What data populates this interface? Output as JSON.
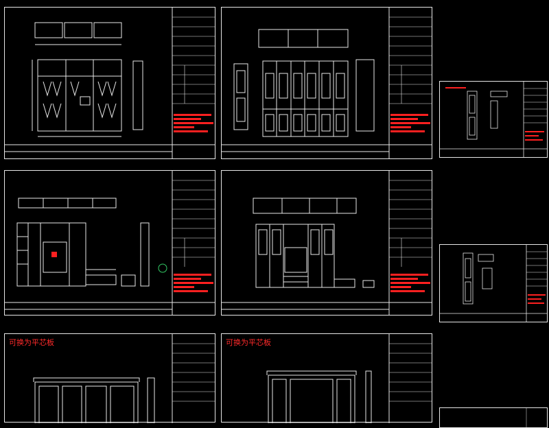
{
  "notes": {
    "sheet7": "可换为平芯板",
    "sheet8": "可换为平芯板"
  },
  "colors": {
    "background": "#000000",
    "line": "#e8e8e8",
    "accent_red": "#ff2020",
    "dim_green": "#33cc66"
  },
  "sheets": [
    {
      "id": "s1",
      "kind": "large"
    },
    {
      "id": "s2",
      "kind": "large"
    },
    {
      "id": "s3",
      "kind": "small"
    },
    {
      "id": "s4",
      "kind": "large"
    },
    {
      "id": "s5",
      "kind": "large"
    },
    {
      "id": "s6",
      "kind": "small"
    },
    {
      "id": "s7",
      "kind": "large"
    },
    {
      "id": "s8",
      "kind": "large"
    },
    {
      "id": "s9",
      "kind": "small"
    }
  ]
}
